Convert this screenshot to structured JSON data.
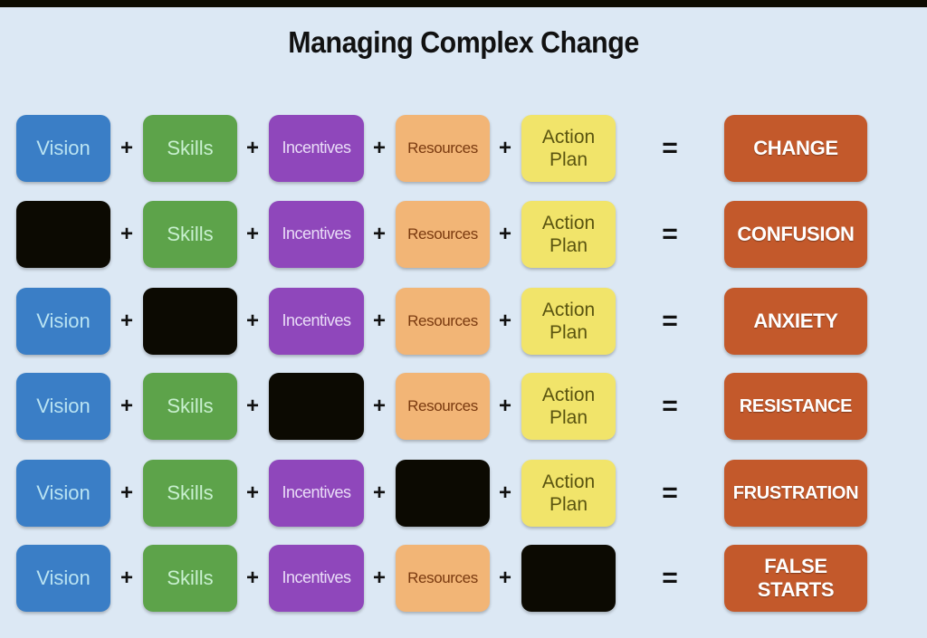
{
  "title": "Managing Complex Change",
  "operators": {
    "plus": "+",
    "equals": "="
  },
  "colors": {
    "background": "#dce8f4",
    "vision": "#3a7ec6",
    "skills": "#5da34a",
    "incentives": "#8f47bb",
    "resources": "#f2b576",
    "action_plan": "#f1e46a",
    "missing": "#0c0a02",
    "result": "#c3592b"
  },
  "rows": [
    {
      "vision": "Vision",
      "skills": "Skills",
      "incentives": "Incentives",
      "resources": "Resources",
      "action_plan": "Action Plan",
      "missing": null,
      "result": "CHANGE"
    },
    {
      "vision": "",
      "skills": "Skills",
      "incentives": "Incentives",
      "resources": "Resources",
      "action_plan": "Action Plan",
      "missing": "vision",
      "result": "CONFUSION"
    },
    {
      "vision": "Vision",
      "skills": "",
      "incentives": "Incentives",
      "resources": "Resources",
      "action_plan": "Action Plan",
      "missing": "skills",
      "result": "ANXIETY"
    },
    {
      "vision": "Vision",
      "skills": "Skills",
      "incentives": "",
      "resources": "Resources",
      "action_plan": "Action Plan",
      "missing": "incentives",
      "result": "RESISTANCE"
    },
    {
      "vision": "Vision",
      "skills": "Skills",
      "incentives": "Incentives",
      "resources": "",
      "action_plan": "Action Plan",
      "missing": "resources",
      "result": "FRUSTRATION"
    },
    {
      "vision": "Vision",
      "skills": "Skills",
      "incentives": "Incentives",
      "resources": "Resources",
      "action_plan": "",
      "missing": "action_plan",
      "result": "FALSE STARTS"
    }
  ]
}
